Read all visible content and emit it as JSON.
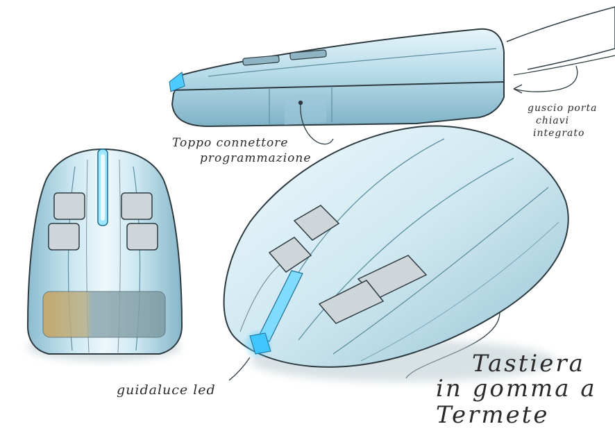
{
  "annotations": {
    "cap": "Toppo connettore programmazione",
    "cap_line1": "Toppo connettore",
    "cap_line2": "programmazione",
    "key_holder": "guscio porta chiavi integrato",
    "key_holder_line1": "guscio porta",
    "key_holder_line2": "chiavi",
    "key_holder_line3": "integrato",
    "led": "guidaluce led",
    "keypad": "Tastiera in gomma a Termete",
    "keypad_line1": "Tastiera",
    "keypad_line2": "in gomma a",
    "keypad_line3": "Termete"
  },
  "colors": {
    "body_light": "#d4ecf4",
    "body_mid": "#a8d3e3",
    "body_dark": "#6fa7bd",
    "outline": "#2c3a40",
    "led": "#3fc6ff",
    "button": "#cfd6d9",
    "battery_amber": "#c9a35c",
    "battery_grey": "#8aa3ab"
  }
}
